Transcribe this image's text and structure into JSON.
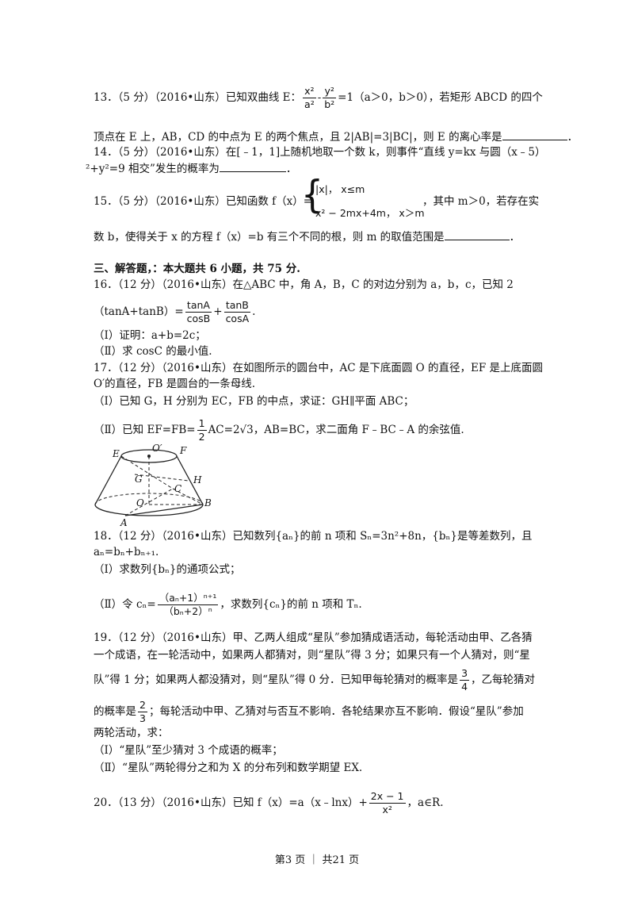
{
  "q13": {
    "line1_a": "13．（5 分）（2016•山东）已知双曲线 E：",
    "frac1_num": "x²",
    "frac1_den": "a²",
    "minus": "-",
    "frac2_num": "y²",
    "frac2_den": "b²",
    "line1_b": "=1（a＞0，b＞0），若矩形 ABCD 的四个",
    "line2": "顶点在 E 上，AB，CD 的中点为 E 的两个焦点，且 2|AB|=3|BC|，则 E 的离心率是",
    "end": "．"
  },
  "q14": {
    "line1": "14．（5 分）（2016•山东）在[﹣1，1]上随机地取一个数 k，则事件“直线 y=kx 与圆（x﹣5）",
    "line2_a": "²+y²=9 相交”发生的概率为",
    "end": "．"
  },
  "q15": {
    "line1_a": "15．（5 分）（2016•山东）已知函数 f（x）=",
    "case1": "|x|，  x≤m",
    "case2": "x² − 2mx+4m，  x＞m",
    "line1_b": "，其中 m＞0，若存在实",
    "line2_a": "数 b，使得关于 x 的方程 f（x）=b 有三个不同的根，则 m 的取值范围是",
    "end": "．"
  },
  "section3": "三、解答题，：本大题共 6 小题，共 75 分.",
  "q16": {
    "line1": "16．（12 分）（2016•山东）在△ABC 中，角 A，B，C 的对边分别为 a，b，c，已知 2",
    "line2_a": "（tanA+tanB）=",
    "f1_num": "tanA",
    "f1_den": "cosB",
    "plus": "+",
    "f2_num": "tanB",
    "f2_den": "cosA",
    "line2_end": ".",
    "p1": "（Ⅰ）证明：a+b=2c；",
    "p2": "（Ⅱ）求 cosC 的最小值."
  },
  "q17": {
    "line1": "17．（12 分）（2016•山东）在如图所示的圆台中，AC 是下底面圆 O 的直径，EF 是上底面圆",
    "line2": "O′的直径，FB 是圆台的一条母线.",
    "p1": "（Ⅰ）已知 G，H 分别为 EC，FB 的中点，求证：GH∥平面 ABC；",
    "p2_a": "（Ⅱ）已知 EF=FB=",
    "p2_num": "1",
    "p2_den": "2",
    "p2_b": "AC=2√3，AB=BC，求二面角 F﹣BC﹣A 的余弦值."
  },
  "figure_labels": {
    "E": "E",
    "O1": "O′",
    "F": "F",
    "G": "G",
    "H": "H",
    "C": "C",
    "O": "O",
    "B": "B",
    "A": "A"
  },
  "q18": {
    "line1": "18．（12 分）（2016•山东）已知数列{aₙ}的前 n 项和 Sₙ=3n²+8n，{bₙ}是等差数列，且",
    "line2": "aₙ=bₙ+bₙ₊₁.",
    "p1": "（Ⅰ）求数列{bₙ}的通项公式；",
    "p2_a": "（Ⅱ）令 cₙ=",
    "p2_num": "（aₙ+1）ⁿ⁺¹",
    "p2_den": "（bₙ+2）ⁿ",
    "p2_b": "，求数列{cₙ}的前 n 项和 Tₙ."
  },
  "q19": {
    "line1": "19．（12 分）（2016•山东）甲、乙两人组成“星队”参加猜成语活动，每轮活动由甲、乙各猜",
    "line2": "一个成语，在一轮活动中，如果两人都猜对，则“星队”得 3 分；如果只有一个人猜对，则“星",
    "line3_a": "队”得 1 分；如果两人都没猜对，则“星队”得 0 分．已知甲每轮猜对的概率是",
    "f1_num": "3",
    "f1_den": "4",
    "line3_b": "，乙每轮猜对",
    "line4_a": "的概率是",
    "f2_num": "2",
    "f2_den": "3",
    "line4_b": "；每轮活动中甲、乙猜对与否互不影响．各轮结果亦互不影响．假设“星队”参加",
    "line5": "两轮活动，求：",
    "p1": "（Ⅰ）“星队”至少猜对 3 个成语的概率；",
    "p2": "（Ⅱ）“星队”两轮得分之和为 X 的分布列和数学期望 EX."
  },
  "q20": {
    "line1_a": "20．（13 分）（2016•山东）已知 f（x）=a（x﹣lnx）+",
    "num": "2x − 1",
    "den": "x²",
    "line1_b": "，a∈R."
  },
  "footer": "第3 页 ｜ 共21 页"
}
